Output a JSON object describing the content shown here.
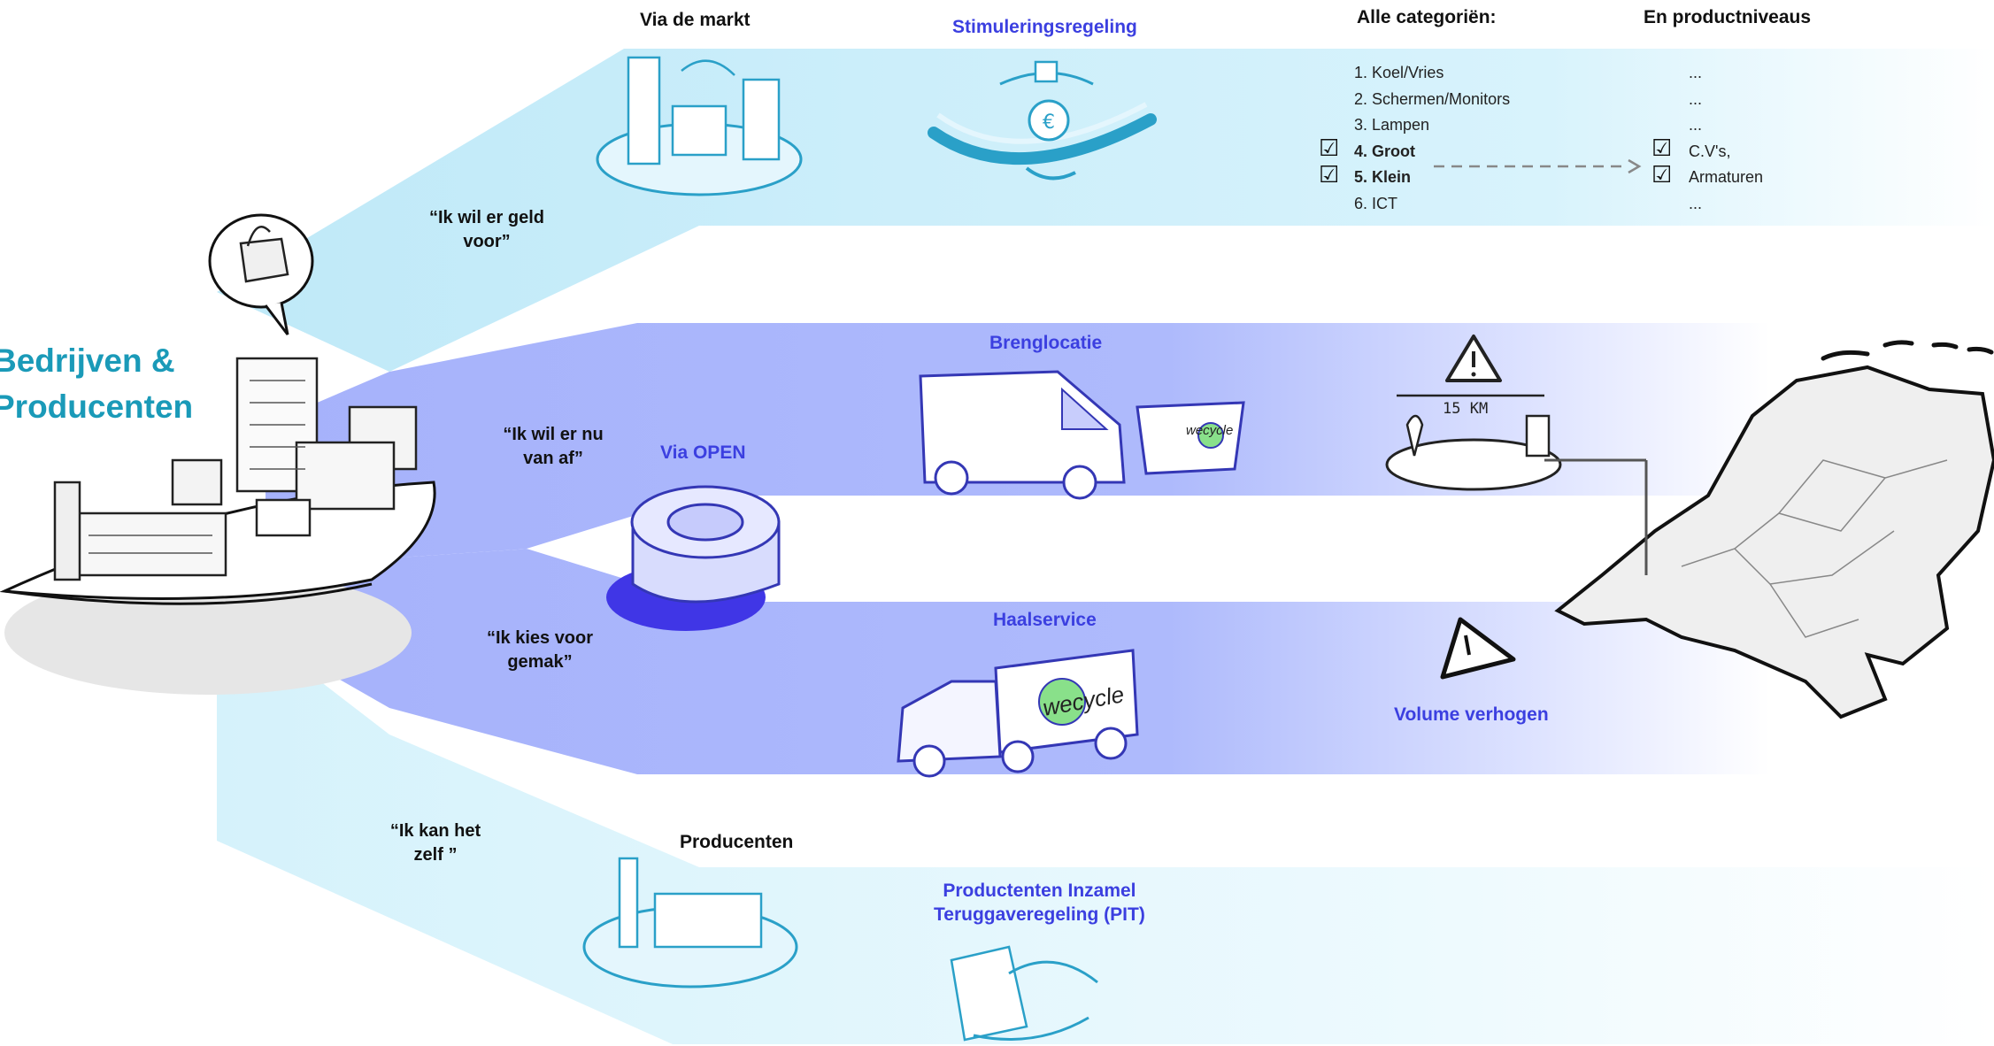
{
  "title": "Bedrijven & Producenten",
  "title_lines": [
    "Bedrijven &",
    "Producenten"
  ],
  "colors": {
    "light_band": "#cdeefa",
    "purple_band": "#a9b6fb",
    "accent_blue": "#3b3fe0",
    "title_teal": "#1a9ab8"
  },
  "quotes": {
    "geld": "“Ik wil er geld voor”",
    "geld_lines": [
      "“Ik wil er geld",
      "voor”"
    ],
    "nu": "“Ik wil er nu van af”",
    "nu_lines": [
      "“Ik wil er nu",
      "van af”"
    ],
    "gemak": "“Ik kies voor gemak”",
    "gemak_lines": [
      "“Ik kies voor",
      "gemak”"
    ],
    "zelf": "“Ik kan het zelf ”",
    "zelf_lines": [
      "“Ik kan het",
      "zelf ”"
    ]
  },
  "top_band": {
    "via_markt": "Via de markt",
    "stimulering": "Stimuleringsregeling",
    "categories_header": "Alle categoriën:",
    "levels_header": "En productniveaus",
    "categories": [
      "1. Koel/Vries",
      "2. Schermen/Monitors",
      "3. Lampen",
      "4. Groot",
      "5. Klein",
      "6. ICT"
    ],
    "checked_categories": [
      "4. Groot",
      "5. Klein"
    ],
    "levels": [
      "...",
      "...",
      "...",
      "C.V's,",
      "Armaturen",
      "..."
    ]
  },
  "middle_band": {
    "via_open": "Via OPEN",
    "brenglocatie": "Brenglocatie",
    "haalservice": "Haalservice",
    "volume": "Volume verhogen",
    "distance": "15 KM",
    "brand": "wecycle"
  },
  "bottom_band": {
    "producenten": "Producenten",
    "pit_lines": [
      "Productenten Inzamel",
      "Teruggaveregeling (PIT)"
    ]
  },
  "icons": [
    "basket-icon",
    "warning-icon",
    "euro-icon",
    "handshake-icon",
    "checkbox-icon",
    "map-pin-icon"
  ]
}
